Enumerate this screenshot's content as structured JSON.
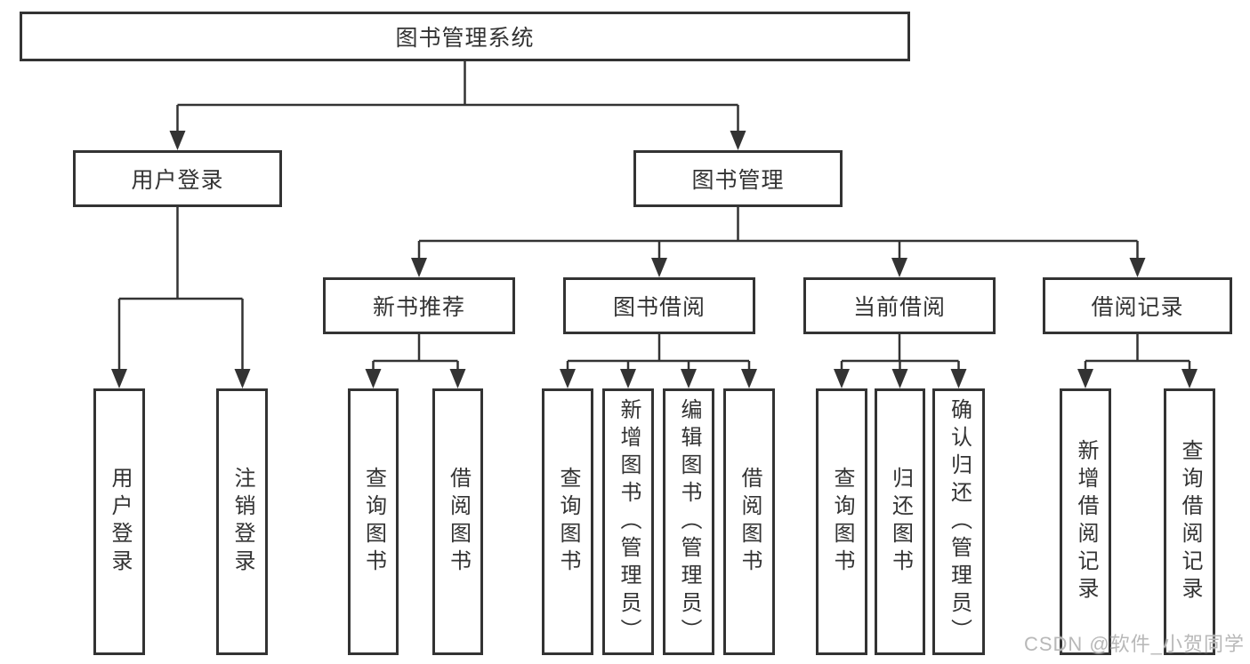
{
  "colors": {
    "line": "#333333",
    "text": "#333333",
    "watermark": "#b8b8b8"
  },
  "watermark": "CSDN @软件_小贺同学",
  "diagram": {
    "root": "图书管理系统",
    "branches": [
      {
        "label": "用户登录",
        "leaves": [
          "用户登录",
          "注销登录"
        ]
      },
      {
        "label": "图书管理",
        "sections": [
          {
            "label": "新书推荐",
            "leaves": [
              "查询图书",
              "借阅图书"
            ]
          },
          {
            "label": "图书借阅",
            "leaves": [
              "查询图书",
              "新增图书（管理员）",
              "编辑图书（管理员）",
              "借阅图书"
            ]
          },
          {
            "label": "当前借阅",
            "leaves": [
              "查询图书",
              "归还图书",
              "确认归还（管理员）"
            ]
          },
          {
            "label": "借阅记录",
            "leaves": [
              "新增借阅记录",
              "查询借阅记录"
            ]
          }
        ]
      }
    ]
  }
}
